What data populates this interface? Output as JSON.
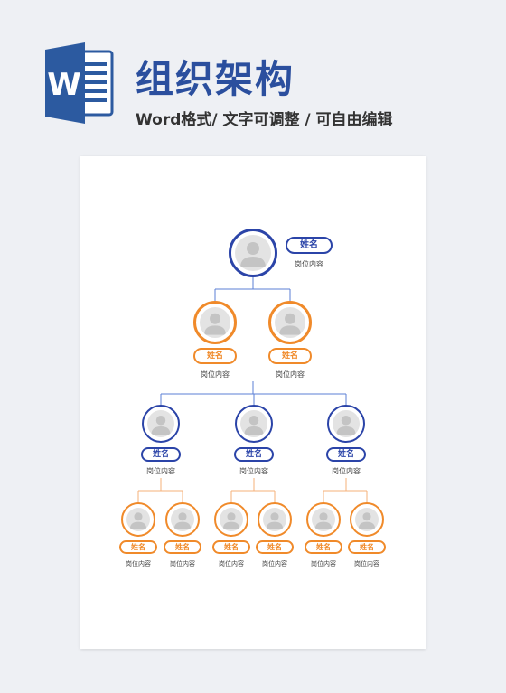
{
  "header": {
    "title": "组织架构",
    "subtitle": "Word格式/ 文字可调整 / 可自由编辑",
    "logo_letter": "W"
  },
  "colors": {
    "blue": "#2b44a8",
    "orange": "#f08a2a",
    "title_blue": "#2b4f9e",
    "logo_blue": "#2c5aa0"
  },
  "org": {
    "level1": [
      {
        "name": "姓名",
        "role": "岗位内容"
      }
    ],
    "level2": [
      {
        "name": "姓名",
        "role": "岗位内容"
      },
      {
        "name": "姓名",
        "role": "岗位内容"
      }
    ],
    "level3": [
      {
        "name": "姓名",
        "role": "岗位内容"
      },
      {
        "name": "姓名",
        "role": "岗位内容"
      },
      {
        "name": "姓名",
        "role": "岗位内容"
      }
    ],
    "level4": [
      {
        "name": "姓名",
        "role": "岗位内容"
      },
      {
        "name": "姓名",
        "role": "岗位内容"
      },
      {
        "name": "姓名",
        "role": "岗位内容"
      },
      {
        "name": "姓名",
        "role": "岗位内容"
      },
      {
        "name": "姓名",
        "role": "岗位内容"
      },
      {
        "name": "姓名",
        "role": "岗位内容"
      }
    ]
  }
}
